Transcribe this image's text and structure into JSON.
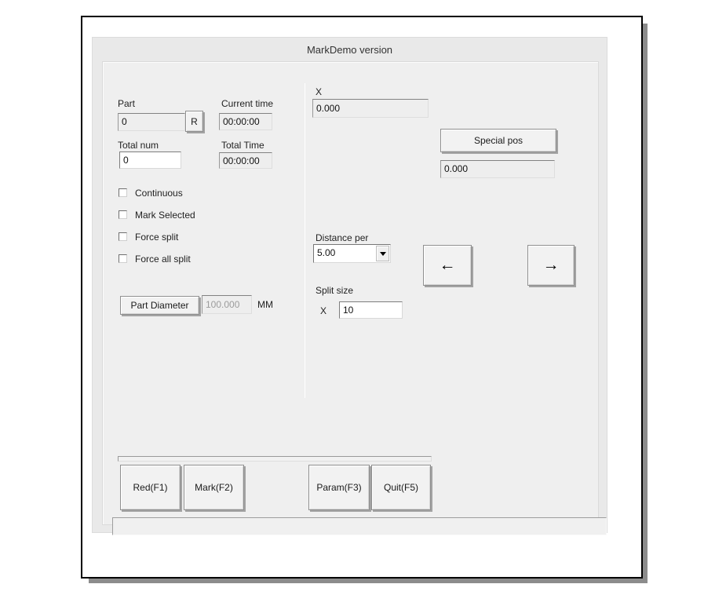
{
  "window": {
    "title": "MarkDemo version"
  },
  "left_panel": {
    "part_label": "Part",
    "part_value": "0",
    "r_button_label": "R",
    "current_time_label": "Current time",
    "current_time_value": "00:00:00",
    "total_num_label": "Total num",
    "total_num_value": "0",
    "total_time_label": "Total Time",
    "total_time_value": "00:00:00",
    "checkboxes": [
      {
        "label": "Continuous",
        "checked": false
      },
      {
        "label": "Mark Selected",
        "checked": false
      },
      {
        "label": "Force split",
        "checked": false
      },
      {
        "label": "Force all split",
        "checked": false
      }
    ],
    "part_diameter_button_label": "Part Diameter",
    "part_diameter_value": "100.000",
    "unit_label": "MM"
  },
  "right_panel": {
    "x_label": "X",
    "x_value": "0.000",
    "special_pos_button_label": "Special pos",
    "special_pos_value": "0.000",
    "distance_per_label": "Distance per",
    "distance_per_value": "5.00",
    "left_arrow_icon": "←",
    "right_arrow_icon": "→",
    "split_size_label": "Split size",
    "split_axis_label": "X",
    "split_size_value": "10"
  },
  "bottom": {
    "red_button_label": "Red(F1)",
    "mark_button_label": "Mark(F2)",
    "param_button_label": "Param(F3)",
    "quit_button_label": "Quit(F5)",
    "status_text": ""
  },
  "colors": {
    "dialog_bg": "#e9e9e9",
    "group_bg": "#efefef",
    "window_border": "#000000",
    "shadow": "#8c8c8c",
    "disabled_text": "#9c9c9c"
  }
}
